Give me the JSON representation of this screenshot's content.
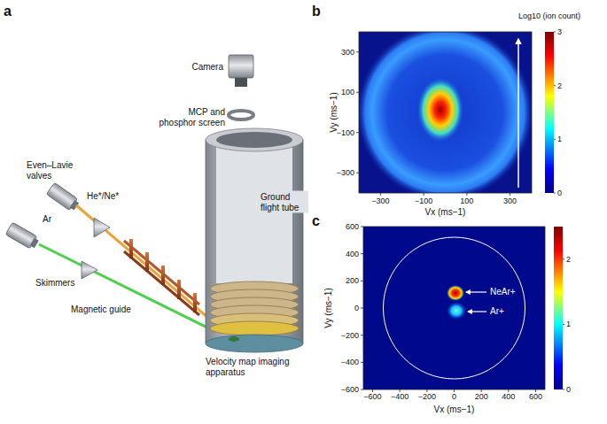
{
  "diagram": {
    "labels": [
      "a",
      "b",
      "c",
      "Camera",
      "MCP and phosphor screen",
      "Even–Lavie valves",
      "He*/Ne*",
      "Ar",
      "Skimmers",
      "Magnetic guide",
      "Ground flight tube",
      "Velocity map imaging apparatus",
      "Log10 (ion count)",
      "300",
      "100",
      "−100",
      "−300",
      "−300",
      "−100",
      "100",
      "300",
      "Vy (ms−1)",
      "Vx (ms−1)",
      "3",
      "2",
      "1",
      "0",
      "600",
      "400",
      "200",
      "0",
      "−200",
      "−400",
      "−600",
      "−600",
      "−400",
      "−200",
      "0",
      "200",
      "400",
      "600",
      "Vy (ms−1)",
      "Vx (ms−1)",
      "NeAr+",
      "Ar+",
      "2",
      "1",
      "0"
    ]
  }
}
